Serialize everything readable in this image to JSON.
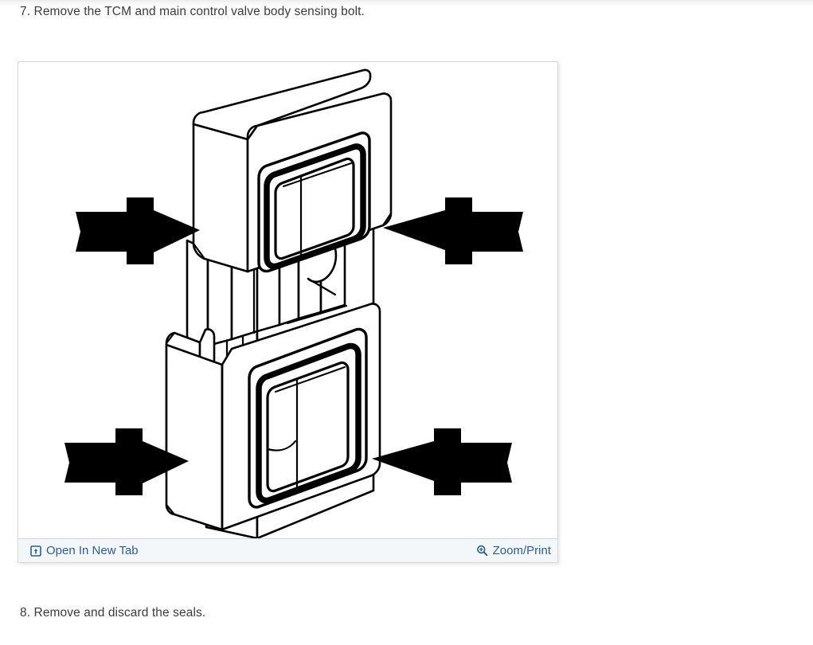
{
  "page": {
    "background_color": "#ffffff",
    "text_color": "#3b3b3b",
    "link_color": "#2b5d9b"
  },
  "steps": {
    "step_7": "7. Remove the TCM and main control valve body sensing bolt.",
    "step_8": "8. Remove and discard the seals."
  },
  "figure": {
    "toolbar": {
      "open_in_new_tab": {
        "label": "Open In New Tab",
        "icon": "open-in-new-tab-icon"
      },
      "zoom_print": {
        "label": "Zoom/Print",
        "icon": "magnifier-plus-icon"
      },
      "background_color": "#f4f7fa",
      "border_color": "#d8d8d8"
    },
    "illustration": {
      "description": "Line drawing of a TCM connector body with two rectangular sealing rings, with four solid black arrows pointing at the upper and lower seals.",
      "line_color": "#000000",
      "fill_color": "#ffffff",
      "arrow_color": "#000000",
      "arrow_count": 4,
      "seal_count": 2
    }
  }
}
